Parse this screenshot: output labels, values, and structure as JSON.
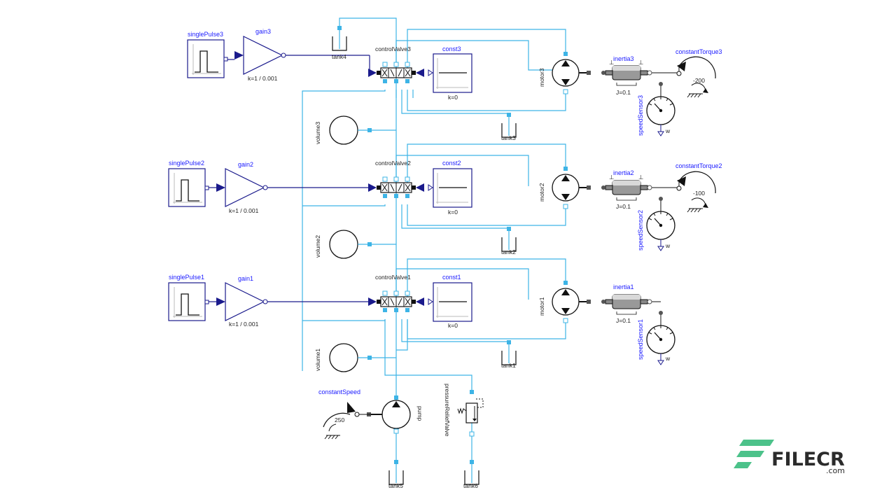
{
  "diagram": {
    "labels": {
      "singlePulse3": "singlePulse3",
      "gain3": "gain3",
      "gain3_param": "k=1 / 0.001",
      "singlePulse2": "singlePulse2",
      "gain2": "gain2",
      "gain2_param": "k=1 / 0.001",
      "singlePulse1": "singlePulse1",
      "gain1": "gain1",
      "gain1_param": "k=1 / 0.001",
      "tank4": "tank4",
      "tank3": "tank3",
      "tank2": "tank2",
      "tank1": "tank1",
      "tank5": "tank5",
      "tank6": "tank6",
      "controlValve3": "controlValve3",
      "controlValve2": "controlValve2",
      "controlValve1": "controlValve1",
      "const3": "const3",
      "const3_param": "k=0",
      "const2": "const2",
      "const2_param": "k=0",
      "const1": "const1",
      "const1_param": "k=0",
      "volume3": "volume3",
      "volume2": "volume2",
      "volume1": "volume1",
      "motor3": "motor3",
      "motor2": "motor2",
      "motor1": "motor1",
      "inertia3": "inertia3",
      "inertia3_param": "J=0.1",
      "inertia2": "inertia2",
      "inertia2_param": "J=0.1",
      "inertia1": "inertia1",
      "inertia1_param": "J=0.1",
      "constantTorque3": "constantTorque3",
      "constantTorque3_value": "-200",
      "constantTorque2": "constantTorque2",
      "constantTorque2_value": "-100",
      "speedSensor3": "speedSensor3",
      "speedSensor2": "speedSensor2",
      "speedSensor1": "speedSensor1",
      "sensor_unit": "w",
      "constantSpeed": "constantSpeed",
      "constantSpeed_value": "250",
      "pump": "pump",
      "pressureReliefValve": "pressureReliefValve",
      "bearing_mark": "⊥"
    },
    "colors": {
      "hydraulic": "#3db4e6",
      "signal": "#1a1a8c",
      "label": "#1a1aff",
      "watermark_green": "#4cc28a"
    }
  },
  "watermark": {
    "brand": "FILECR",
    "suffix": ".com"
  }
}
